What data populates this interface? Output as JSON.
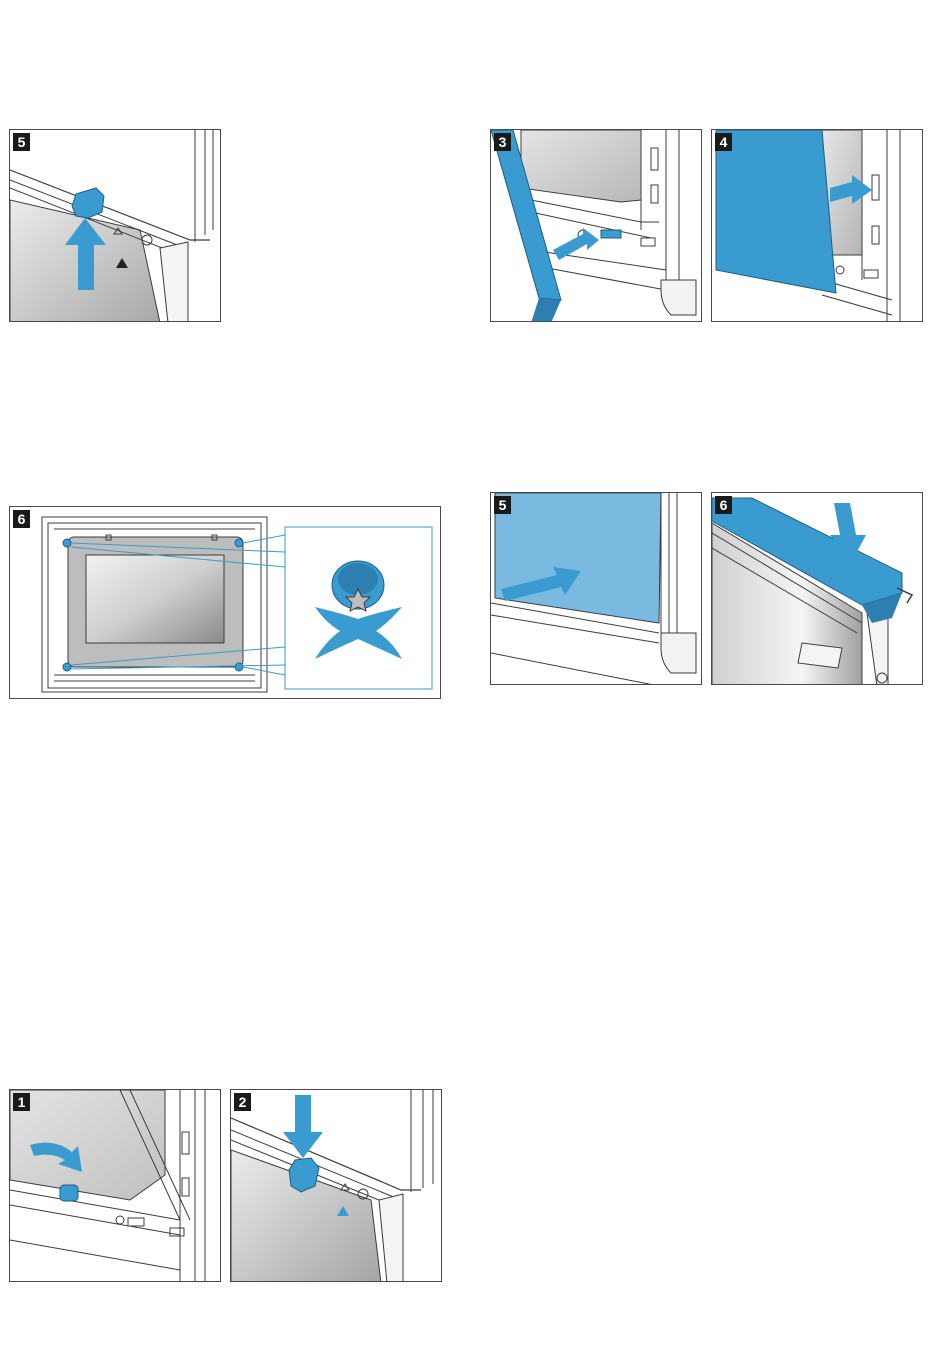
{
  "panels": {
    "p5_left": {
      "step": "5"
    },
    "p3": {
      "step": "3"
    },
    "p4": {
      "step": "4"
    },
    "p6_left": {
      "step": "6"
    },
    "p5_right": {
      "step": "5"
    },
    "p6_right": {
      "step": "6"
    },
    "p1": {
      "step": "1"
    },
    "p2": {
      "step": "2"
    }
  },
  "colors": {
    "accent_blue": "#3a9bd0",
    "light_blue": "#79b9df",
    "line": "#3c3c3c",
    "steel_gray": "#c9c9c9"
  },
  "icons": [
    "arrow-up-icon",
    "arrow-right-icon",
    "arrow-down-icon",
    "curved-arrow-icon",
    "torx-screw-icon",
    "triangle-marker-icon"
  ]
}
